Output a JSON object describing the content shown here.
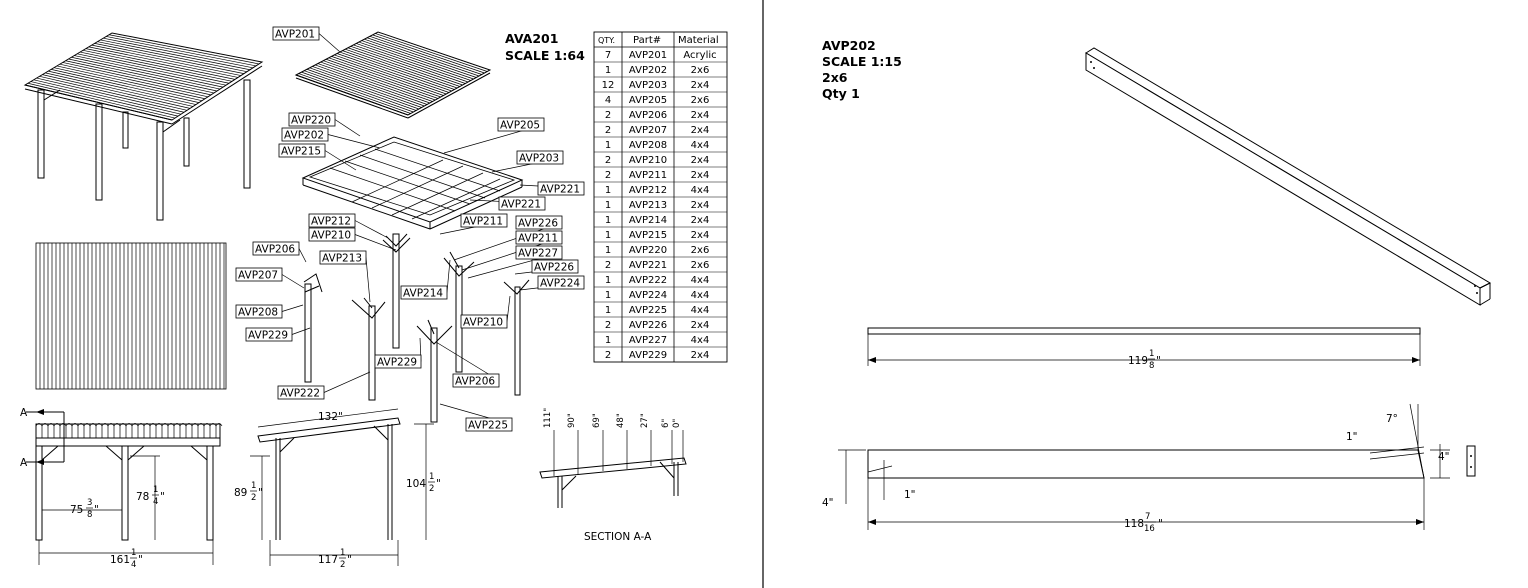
{
  "left_sheet": {
    "title_line1": "AVA201",
    "title_line2": "SCALE 1:64",
    "bom": {
      "headers": [
        "QTY.",
        "Part#",
        "Material"
      ],
      "rows": [
        [
          "7",
          "AVP201",
          "Acrylic"
        ],
        [
          "1",
          "AVP202",
          "2x6"
        ],
        [
          "12",
          "AVP203",
          "2x4"
        ],
        [
          "4",
          "AVP205",
          "2x6"
        ],
        [
          "2",
          "AVP206",
          "2x4"
        ],
        [
          "2",
          "AVP207",
          "2x4"
        ],
        [
          "1",
          "AVP208",
          "4x4"
        ],
        [
          "2",
          "AVP210",
          "2x4"
        ],
        [
          "2",
          "AVP211",
          "2x4"
        ],
        [
          "1",
          "AVP212",
          "4x4"
        ],
        [
          "1",
          "AVP213",
          "2x4"
        ],
        [
          "1",
          "AVP214",
          "2x4"
        ],
        [
          "1",
          "AVP215",
          "2x4"
        ],
        [
          "1",
          "AVP220",
          "2x6"
        ],
        [
          "2",
          "AVP221",
          "2x6"
        ],
        [
          "1",
          "AVP222",
          "4x4"
        ],
        [
          "1",
          "AVP224",
          "4x4"
        ],
        [
          "1",
          "AVP225",
          "4x4"
        ],
        [
          "2",
          "AVP226",
          "2x4"
        ],
        [
          "1",
          "AVP227",
          "4x4"
        ],
        [
          "2",
          "AVP229",
          "2x4"
        ]
      ]
    },
    "callouts": {
      "avp201": "AVP201",
      "avp220": "AVP220",
      "avp202": "AVP202",
      "avp215": "AVP215",
      "avp205": "AVP205",
      "avp203": "AVP203",
      "avp221a": "AVP221",
      "avp221b": "AVP221",
      "avp212": "AVP212",
      "avp210a": "AVP210",
      "avp211a": "AVP211",
      "avp226a": "AVP226",
      "avp211b": "AVP211",
      "avp227": "AVP227",
      "avp226b": "AVP226",
      "avp224": "AVP224",
      "avp206a": "AVP206",
      "avp213": "AVP213",
      "avp207": "AVP207",
      "avp214": "AVP214",
      "avp208": "AVP208",
      "avp210b": "AVP210",
      "avp229a": "AVP229",
      "avp229b": "AVP229",
      "avp206b": "AVP206",
      "avp222": "AVP222",
      "avp225": "AVP225"
    },
    "section_marker": "A",
    "section_label": "SECTION A-A",
    "dims": {
      "d75": "75",
      "d75_num": "3",
      "d75_den": "8",
      "d75_unit": "\"",
      "d78": "78",
      "d78_num": "1",
      "d78_den": "4",
      "d78_unit": "\"",
      "d161": "161",
      "d161_num": "1",
      "d161_den": "4",
      "d161_unit": "\"",
      "d132": "132\"",
      "d89": "89",
      "d89_num": "1",
      "d89_den": "2",
      "d89_unit": "\"",
      "d104": "104",
      "d104_num": "1",
      "d104_den": "2",
      "d104_unit": "\"",
      "d117": "117",
      "d117_num": "1",
      "d117_den": "2",
      "d117_unit": "\""
    },
    "section_spacings": [
      "111\"",
      "90\"",
      "69\"",
      "48\"",
      "27\"",
      "6\"",
      "0\""
    ]
  },
  "right_sheet": {
    "part": "AVP202",
    "scale": "SCALE 1:15",
    "material": "2x6",
    "qty": "Qty 1",
    "dims": {
      "len": "119",
      "len_num": "1",
      "len_den": "8",
      "len_unit": "\"",
      "angle": "7°",
      "one_a": "1\"",
      "one_b": "1\"",
      "four_a": "4\"",
      "four_b": "4\"",
      "bot": "118",
      "bot_num": "7",
      "bot_den": "16",
      "bot_unit": "\""
    }
  }
}
